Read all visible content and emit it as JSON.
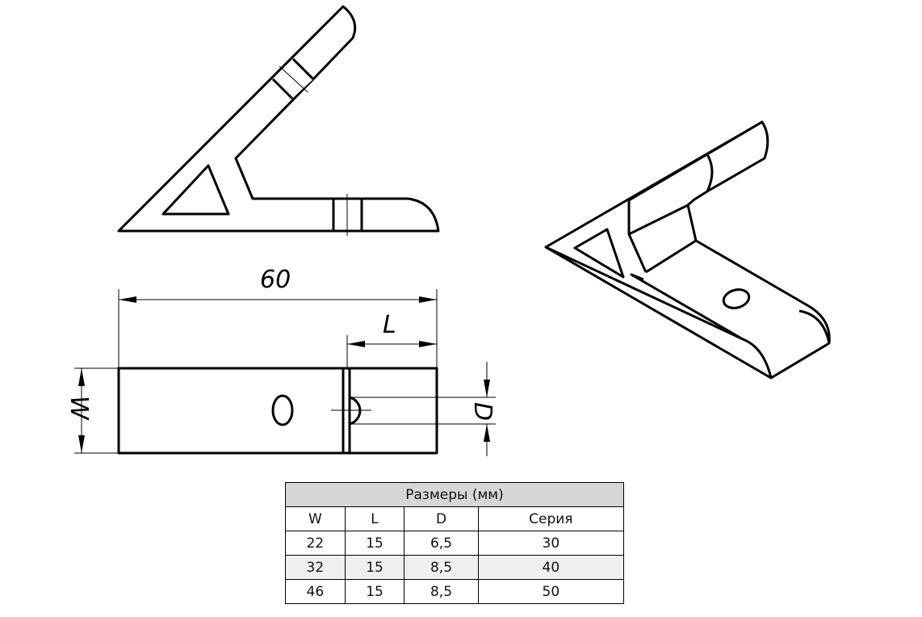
{
  "drawing": {
    "labels": {
      "overall_length": "60",
      "length": "L",
      "width": "W",
      "diameter": "D"
    }
  },
  "table": {
    "title": "Размеры (мм)",
    "headers": [
      "W",
      "L",
      "D",
      "Серия"
    ],
    "rows": [
      [
        "22",
        "15",
        "6,5",
        "30"
      ],
      [
        "32",
        "15",
        "8,5",
        "40"
      ],
      [
        "46",
        "15",
        "8,5",
        "50"
      ]
    ]
  }
}
